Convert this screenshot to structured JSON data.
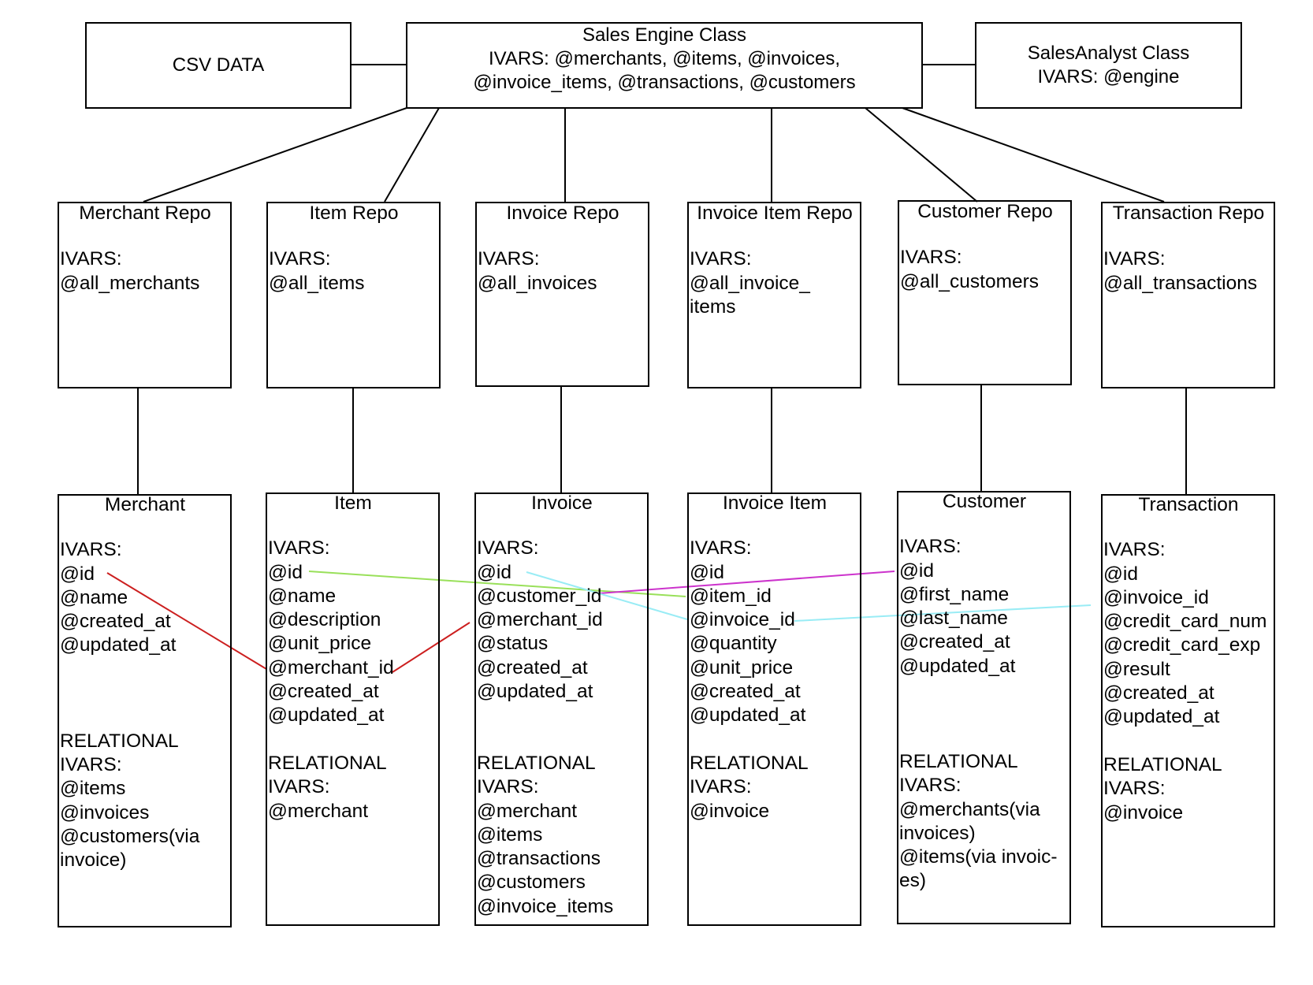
{
  "top": {
    "csv": "CSV DATA",
    "engine": {
      "title": "Sales Engine Class",
      "ivars_line1": "IVARS: @merchants, @items, @invoices,",
      "ivars_line2": "@invoice_items, @transactions, @customers"
    },
    "analyst": {
      "title": "SalesAnalyst Class",
      "ivars": "IVARS: @engine"
    }
  },
  "repos": [
    {
      "title": "Merchant Repo",
      "lines": [
        "",
        "IVARS:",
        "@all_merchants"
      ]
    },
    {
      "title": "Item Repo",
      "lines": [
        "",
        "IVARS:",
        "@all_items"
      ]
    },
    {
      "title": "Invoice Repo",
      "lines": [
        "",
        "IVARS:",
        "@all_invoices"
      ]
    },
    {
      "title": "Invoice Item Repo",
      "lines": [
        "",
        "IVARS:",
        "@all_invoice_",
        "items"
      ]
    },
    {
      "title": "Customer Repo",
      "lines": [
        "",
        "IVARS:",
        "@all_customers"
      ]
    },
    {
      "title": "Transaction Repo",
      "lines": [
        "",
        "IVARS:",
        "@all_transactions"
      ]
    }
  ],
  "models": [
    {
      "title": "Merchant",
      "lines": [
        "",
        "IVARS:",
        "@id",
        "@name",
        "@created_at",
        "@updated_at",
        "",
        "",
        "",
        "RELATIONAL",
        "IVARS:",
        "@items",
        "@invoices",
        "@customers(via",
        "invoice)"
      ]
    },
    {
      "title": "Item",
      "lines": [
        "",
        "IVARS:",
        "@id",
        "@name",
        "@description",
        "@unit_price",
        "@merchant_id",
        "@created_at",
        "@updated_at",
        "",
        "RELATIONAL",
        "IVARS:",
        "@merchant"
      ]
    },
    {
      "title": "Invoice",
      "lines": [
        "",
        "IVARS:",
        "@id",
        "@customer_id",
        "@merchant_id",
        "@status",
        "@created_at",
        "@updated_at",
        "",
        "",
        "RELATIONAL",
        "IVARS:",
        "@merchant",
        "@items",
        "@transactions",
        "@customers",
        "@invoice_items"
      ]
    },
    {
      "title": "Invoice Item",
      "lines": [
        "",
        "IVARS:",
        "@id",
        "@item_id",
        "@invoice_id",
        "@quantity",
        "@unit_price",
        "@created_at",
        "@updated_at",
        "",
        "RELATIONAL",
        "IVARS:",
        "@invoice"
      ]
    },
    {
      "title": "Customer",
      "lines": [
        "",
        "IVARS:",
        "@id",
        "@first_name",
        "@last_name",
        "@created_at",
        "@updated_at",
        "",
        "",
        "",
        "RELATIONAL",
        "IVARS:",
        "@merchants(via",
        "invoices)",
        "@items(via invoic-",
        "es)"
      ]
    },
    {
      "title": "Transaction",
      "lines": [
        "",
        "IVARS:",
        "@id",
        "@invoice_id",
        "@credit_card_num",
        "@credit_card_exp",
        "@result",
        "@created_at",
        "@updated_at",
        "",
        "RELATIONAL",
        "IVARS:",
        "@invoice"
      ]
    }
  ],
  "link_colors": {
    "merchant_id": "#cc1f1f",
    "item_id": "#99e05a",
    "customer_id": "#cc33cc",
    "invoice_id": "#99ecf5"
  }
}
